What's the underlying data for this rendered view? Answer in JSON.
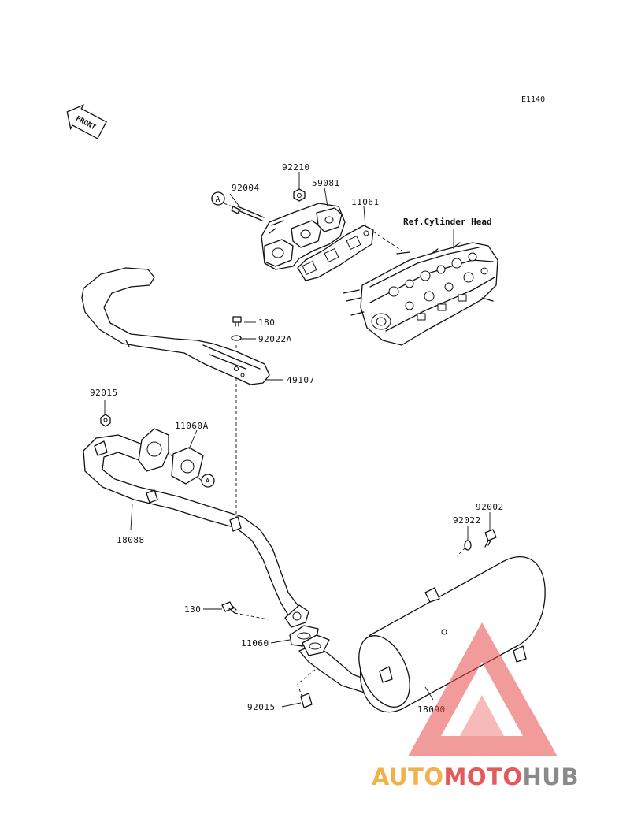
{
  "diagram_code": "E1140",
  "front_marker": "FRONT",
  "reference_label": "Ref.Cylinder Head",
  "ref_marker": "A",
  "parts": [
    {
      "id": "p-92210",
      "number": "92210"
    },
    {
      "id": "p-92004",
      "number": "92004"
    },
    {
      "id": "p-59081",
      "number": "59081"
    },
    {
      "id": "p-11061",
      "number": "11061"
    },
    {
      "id": "p-180",
      "number": "180"
    },
    {
      "id": "p-92022A",
      "number": "92022A"
    },
    {
      "id": "p-49107",
      "number": "49107"
    },
    {
      "id": "p-92015-top",
      "number": "92015"
    },
    {
      "id": "p-11060A",
      "number": "11060A"
    },
    {
      "id": "p-18088",
      "number": "18088"
    },
    {
      "id": "p-92002",
      "number": "92002"
    },
    {
      "id": "p-92022",
      "number": "92022"
    },
    {
      "id": "p-130",
      "number": "130"
    },
    {
      "id": "p-11060",
      "number": "11060"
    },
    {
      "id": "p-92015-bottom",
      "number": "92015"
    },
    {
      "id": "p-18090",
      "number": "18090"
    }
  ],
  "watermark": {
    "part1": "AUTO",
    "part2": "MOTO",
    "part3": "HUB",
    "color1": "#f2b24a",
    "color2": "#e35a5a",
    "color3": "#8a8a8a",
    "logo_color": "#e84a4a"
  }
}
